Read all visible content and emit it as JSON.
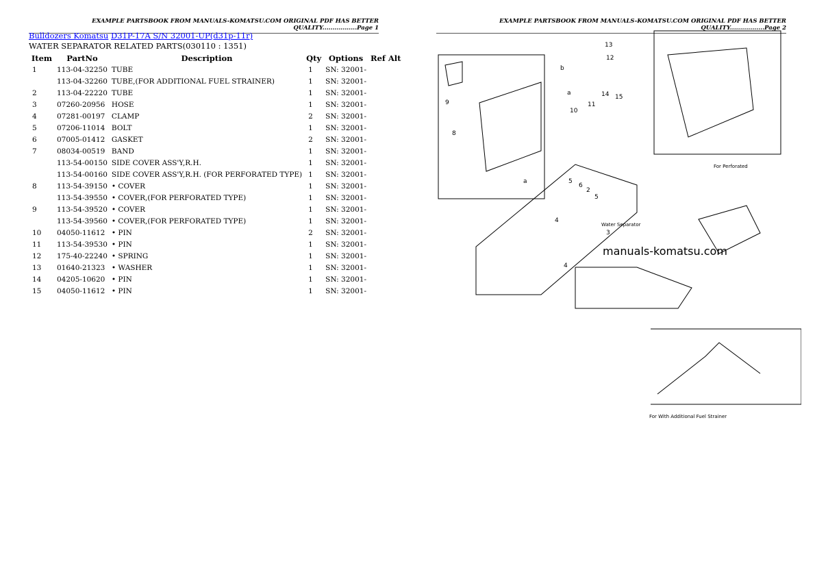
{
  "header_left": "EXAMPLE PARTSBOOK FROM MANUALS-KOMATSU.COM ORIGINAL PDF HAS BETTER QUALITY.................Page 1",
  "header_right": "EXAMPLE PARTSBOOK FROM MANUALS-KOMATSU.COM ORIGINAL PDF HAS BETTER QUALITY.................Page 2",
  "breadcrumb": {
    "category": "Bulldozers Komatsu",
    "model": "D31P-17A S/N 32001-UP(d31p-11r)"
  },
  "section_title": "WATER SEPARATOR RELATED PARTS(030110 : 1351)",
  "columns": [
    "Item",
    "PartNo",
    "Description",
    "Qty",
    "Options",
    "Ref Alt"
  ],
  "rows": [
    [
      "1",
      "113-04-32250",
      "TUBE",
      "1",
      "SN: 32001-"
    ],
    [
      "",
      "113-04-32260",
      "TUBE,(FOR ADDITIONAL FUEL STRAINER)",
      "1",
      "SN: 32001-"
    ],
    [
      "2",
      "113-04-22220",
      "TUBE",
      "1",
      "SN: 32001-"
    ],
    [
      "3",
      "07260-20956",
      "HOSE",
      "1",
      "SN: 32001-"
    ],
    [
      "4",
      "07281-00197",
      "CLAMP",
      "2",
      "SN: 32001-"
    ],
    [
      "5",
      "07206-11014",
      "BOLT",
      "1",
      "SN: 32001-"
    ],
    [
      "6",
      "07005-01412",
      "GASKET",
      "2",
      "SN: 32001-"
    ],
    [
      "7",
      "08034-00519",
      "BAND",
      "1",
      "SN: 32001-"
    ],
    [
      "",
      "113-54-00150",
      "SIDE COVER ASS'Y,R.H.",
      "1",
      "SN: 32001-"
    ],
    [
      "",
      "113-54-00160",
      "SIDE COVER ASS'Y,R.H. (FOR PERFORATED TYPE)",
      "1",
      "SN: 32001-"
    ],
    [
      "8",
      "113-54-39150",
      "• COVER",
      "1",
      "SN: 32001-"
    ],
    [
      "",
      "113-54-39550",
      "• COVER,(FOR PERFORATED TYPE)",
      "1",
      "SN: 32001-"
    ],
    [
      "9",
      "113-54-39520",
      "• COVER",
      "1",
      "SN: 32001-"
    ],
    [
      "",
      "113-54-39560",
      "• COVER,(FOR PERFORATED TYPE)",
      "1",
      "SN: 32001-"
    ],
    [
      "10",
      "04050-11612",
      "• PIN",
      "2",
      "SN: 32001-"
    ],
    [
      "11",
      "113-54-39530",
      "• PIN",
      "1",
      "SN: 32001-"
    ],
    [
      "12",
      "175-40-22240",
      "• SPRING",
      "1",
      "SN: 32001-"
    ],
    [
      "13",
      "01640-21323",
      "• WASHER",
      "1",
      "SN: 32001-"
    ],
    [
      "14",
      "04205-10620",
      "• PIN",
      "1",
      "SN: 32001-"
    ],
    [
      "15",
      "04050-11612",
      "• PIN",
      "1",
      "SN: 32001-"
    ]
  ],
  "diagram": {
    "watermark": "manuals-komatsu.com",
    "label_water_separator": "Water Separator",
    "label_perforated": "For Perforated",
    "label_strainer": "For With Additional Fuel Strainer"
  }
}
